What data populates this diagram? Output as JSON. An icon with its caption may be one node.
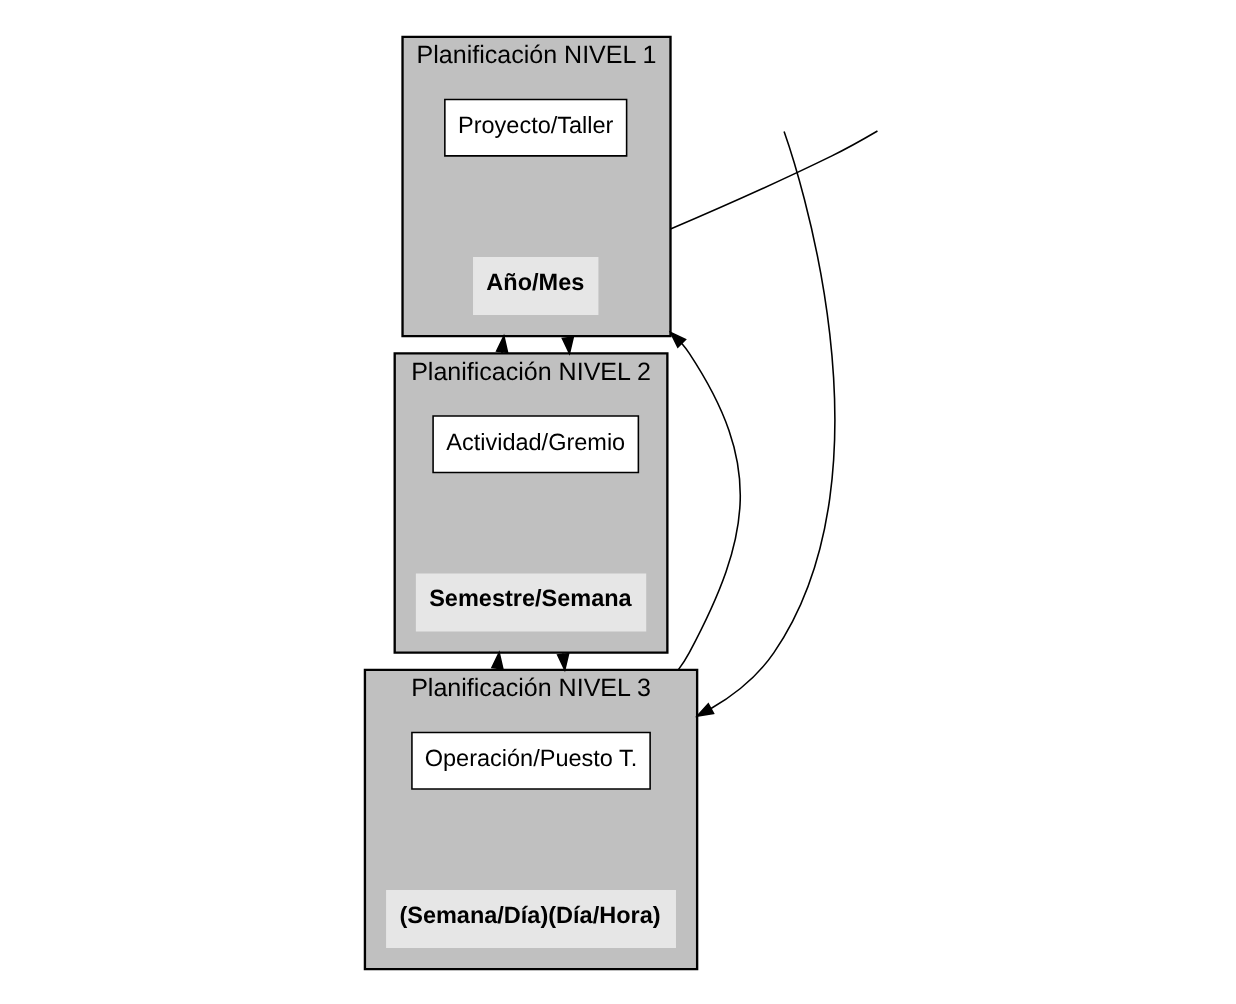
{
  "diagram": {
    "nodes": [
      {
        "text": [
          "Planificación NIVEL 1"
        ]
      },
      {
        "text": [
          "Proyecto/Taller"
        ],
        "in": 0
      },
      {
        "text": [
          "Año/Mes"
        ],
        "in": 0
      },
      {
        "text": [
          "Planificación NIVEL 2"
        ]
      },
      {
        "text": [
          "Actividad/Gremio"
        ],
        "in": 3
      },
      {
        "text": [
          "Semestre/Semana"
        ],
        "in": 3
      },
      {
        "text": [
          "Planificación NIVEL 3"
        ]
      },
      {
        "text": [
          "Operación/Puesto T."
        ],
        "in": 6
      },
      {
        "text": [
          "(Semana/Día)(Día/Hora)"
        ],
        "in": 6
      }
    ],
    "edges": [
      {
        "from": 6,
        "to": 0,
        "arrow": "to"
      },
      {
        "from": 0,
        "to": null,
        "arrow": "none"
      },
      {
        "from": 3,
        "to": 0,
        "arrow": "to"
      },
      {
        "from": 0,
        "to": 3,
        "arrow": "to"
      },
      {
        "from": 6,
        "to": 3,
        "arrow": "to"
      },
      {
        "from": 3,
        "to": 6,
        "arrow": "to"
      },
      {
        "from": null,
        "to": 6,
        "arrow": "to"
      }
    ]
  }
}
